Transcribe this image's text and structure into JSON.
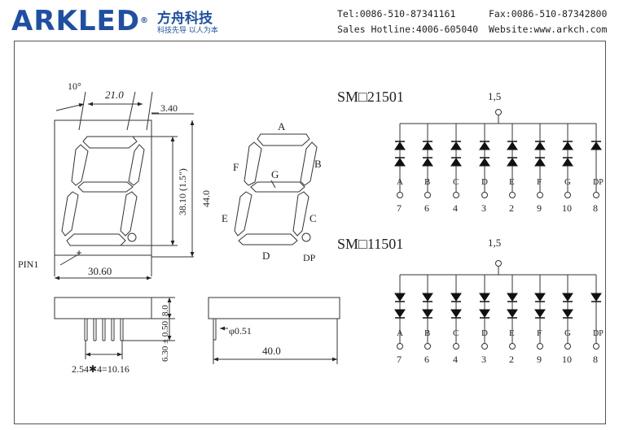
{
  "header": {
    "logo": "ARKLED",
    "logo_mark": "®",
    "company_cn": "方舟科技",
    "slogan_cn": "科技先导  以人为本",
    "tel": "Tel:0086-510-87341161",
    "fax": "Fax:0086-510-87342800",
    "hotline": "Sales Hotline:4006-605040",
    "website": "Website:www.arkch.com"
  },
  "front_view": {
    "angle": "10°",
    "width_top": "21.0",
    "digit_height": "38.10 (1.5\")",
    "total_height": "44.0",
    "offset": "3.40",
    "width": "30.60",
    "pin1": "PIN1"
  },
  "side_view": {
    "height": "8.0",
    "pin_length": "6.30 ± 0.50",
    "pitch": "2.54✱4=10.16",
    "pin_diameter": "φ0.51",
    "length": "40.0"
  },
  "segments": {
    "A": "A",
    "B": "B",
    "C": "C",
    "D": "D",
    "E": "E",
    "F": "F",
    "G": "G",
    "DP": "DP"
  },
  "circuit_top": {
    "part": "SM□21501",
    "common_pins": "1,5",
    "segments": [
      "A",
      "B",
      "C",
      "D",
      "E",
      "F",
      "G",
      "DP"
    ],
    "pins": [
      "7",
      "6",
      "4",
      "3",
      "2",
      "9",
      "10",
      "8"
    ]
  },
  "circuit_bottom": {
    "part": "SM□11501",
    "common_pins": "1,5",
    "segments": [
      "A",
      "B",
      "C",
      "D",
      "E",
      "F",
      "G",
      "DP"
    ],
    "pins": [
      "7",
      "6",
      "4",
      "3",
      "2",
      "9",
      "10",
      "8"
    ]
  }
}
